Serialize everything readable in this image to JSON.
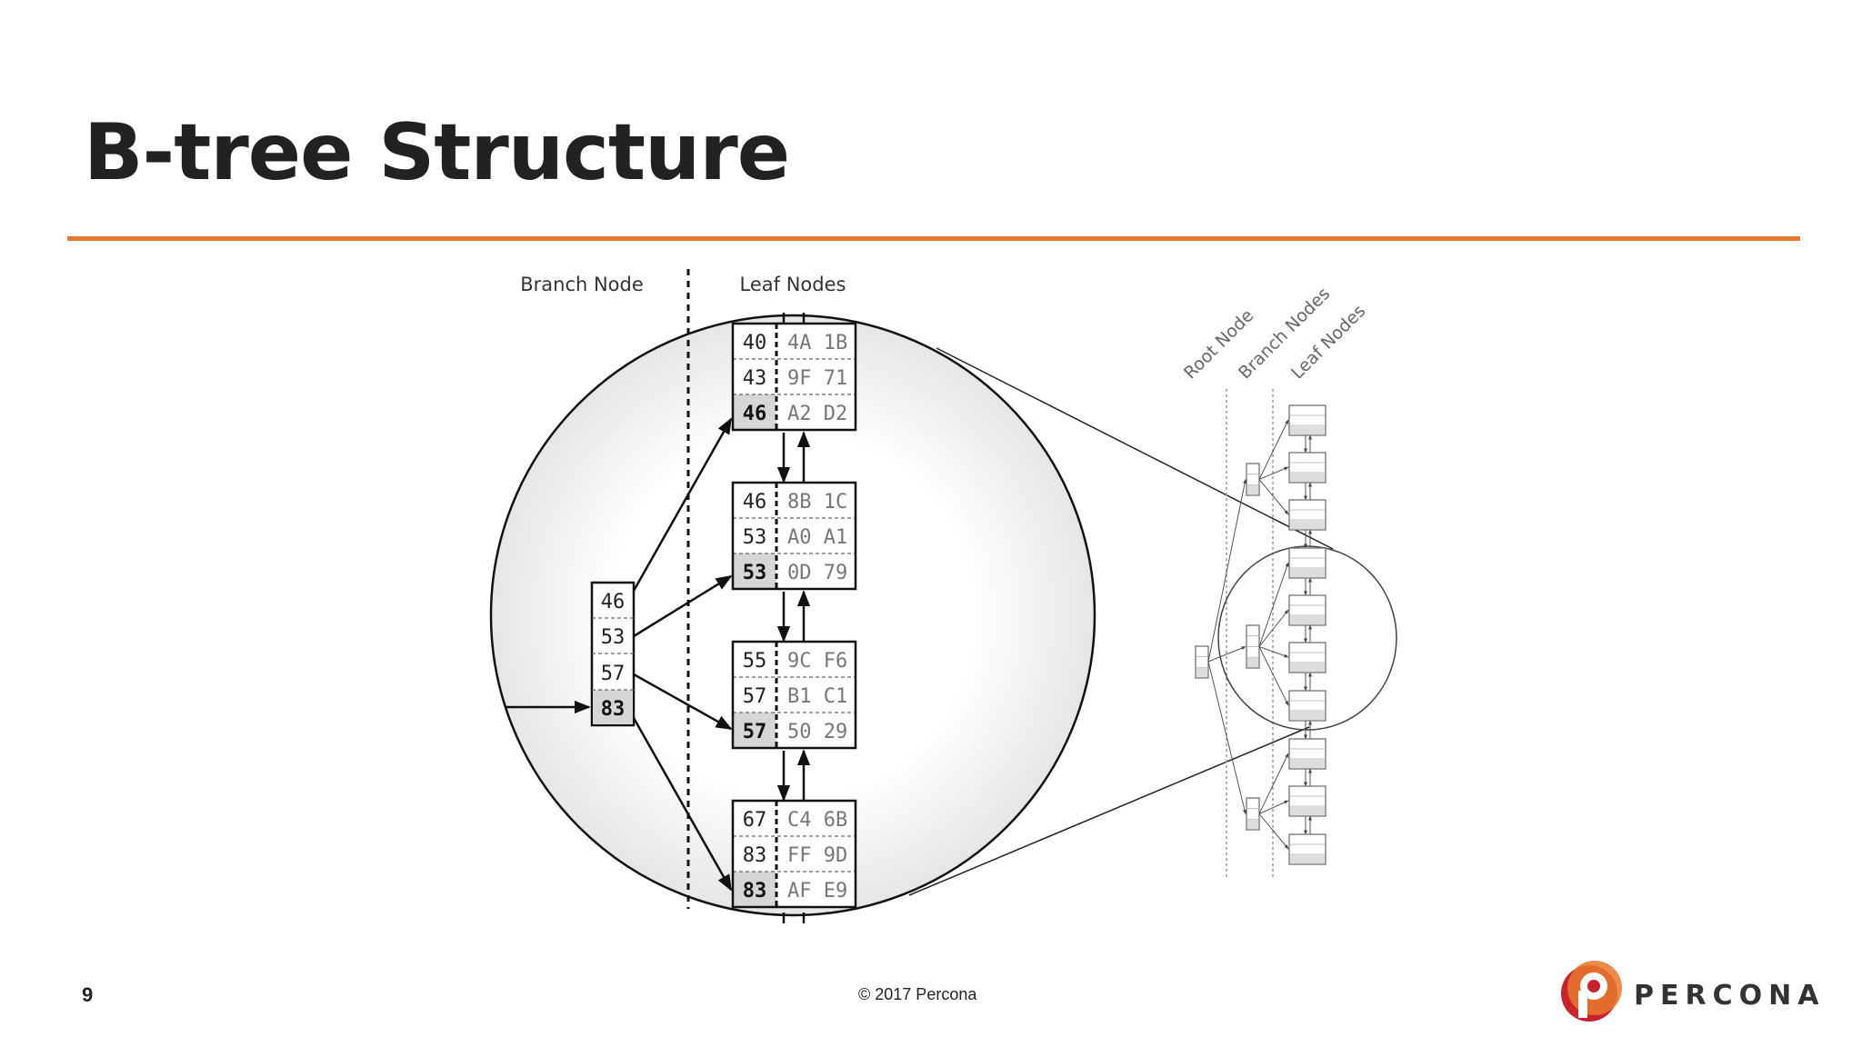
{
  "slide": {
    "title": "B-tree Structure",
    "page_number": "9",
    "copyright": "© 2017 Percona",
    "logo_text": "PERCONA",
    "accent_color": "#e8782b",
    "logo_colors": [
      "#e8782b",
      "#c8232c"
    ]
  },
  "diagram": {
    "labels": {
      "branch_node": "Branch Node",
      "leaf_nodes": "Leaf Nodes",
      "overview_root": "Root Node",
      "overview_branch": "Branch Nodes",
      "overview_leaf": "Leaf Nodes"
    },
    "branch_keys": [
      "46",
      "53",
      "57",
      "83"
    ],
    "leaves": [
      {
        "rows": [
          [
            "40",
            "4A 1B"
          ],
          [
            "43",
            "9F 71"
          ],
          [
            "46",
            "A2 D2"
          ]
        ]
      },
      {
        "rows": [
          [
            "46",
            "8B 1C"
          ],
          [
            "53",
            "A0 A1"
          ],
          [
            "53",
            "0D 79"
          ]
        ]
      },
      {
        "rows": [
          [
            "55",
            "9C F6"
          ],
          [
            "57",
            "B1 C1"
          ],
          [
            "57",
            "50 29"
          ]
        ]
      },
      {
        "rows": [
          [
            "67",
            "C4 6B"
          ],
          [
            "83",
            "FF 9D"
          ],
          [
            "83",
            "AF E9"
          ]
        ]
      }
    ]
  }
}
